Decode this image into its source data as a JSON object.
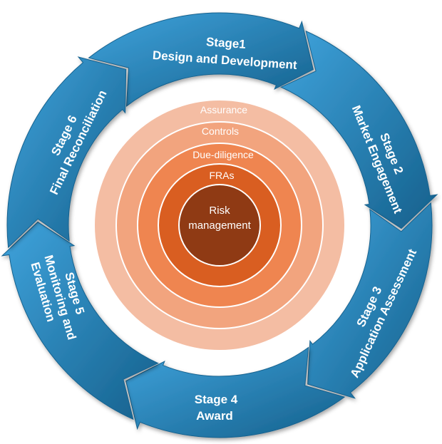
{
  "colors": {
    "segment_light": "#3d9fd8",
    "segment_dark": "#16628f",
    "ring_1": "#f4bda3",
    "ring_2": "#f2a47e",
    "ring_3": "#ef8550",
    "ring_4": "#d95e21",
    "core": "#8f3a14"
  },
  "stages": [
    {
      "line1": "Stage1",
      "line2": "Design and Development"
    },
    {
      "line1": "Stage 2",
      "line2": "Market Engagement"
    },
    {
      "line1": "Stage 3",
      "line2": "Application Assessment"
    },
    {
      "line1": "Stage 4",
      "line2": "Award"
    },
    {
      "line1": "Stage 5",
      "line2": "Monitoring and",
      "line3": "Evaluation"
    },
    {
      "line1": "Stage 6",
      "line2": "Final Reconciliation"
    }
  ],
  "rings": [
    {
      "label": "Assurance"
    },
    {
      "label": "Controls"
    },
    {
      "label": "Due-diligence"
    },
    {
      "label": "FRAs"
    }
  ],
  "core": {
    "line1": "Risk",
    "line2": "management"
  }
}
